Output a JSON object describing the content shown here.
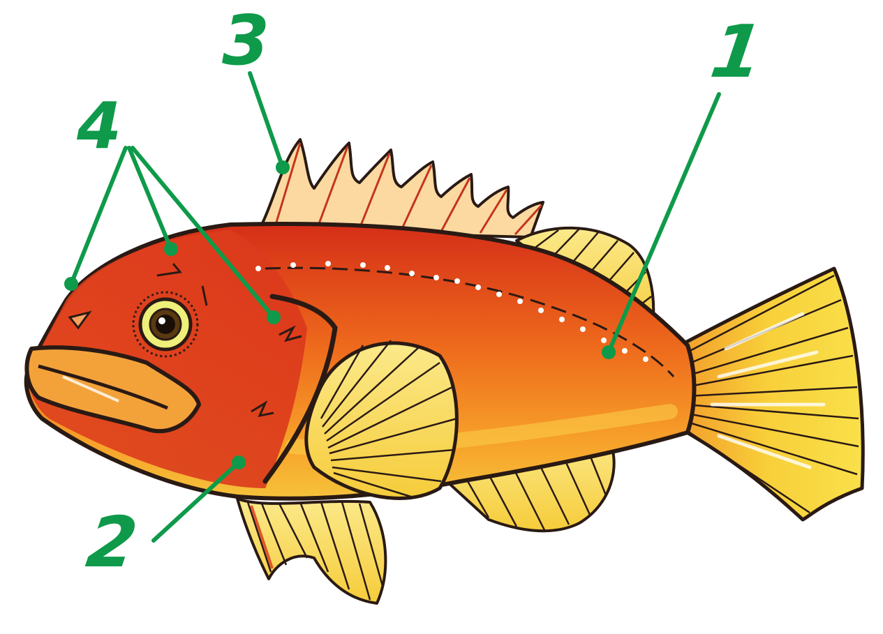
{
  "colors": {
    "callout": "#0e9a4a",
    "outline": "#2a1a14",
    "body_red": "#d9361c",
    "body_orange": "#f07a1c",
    "fin_yellow": "#f9de3a",
    "fin_pale": "#fbe88a"
  },
  "labels": [
    {
      "id": "1",
      "text": "1"
    },
    {
      "id": "2",
      "text": "2"
    },
    {
      "id": "3",
      "text": "3"
    },
    {
      "id": "4",
      "text": "4"
    }
  ]
}
